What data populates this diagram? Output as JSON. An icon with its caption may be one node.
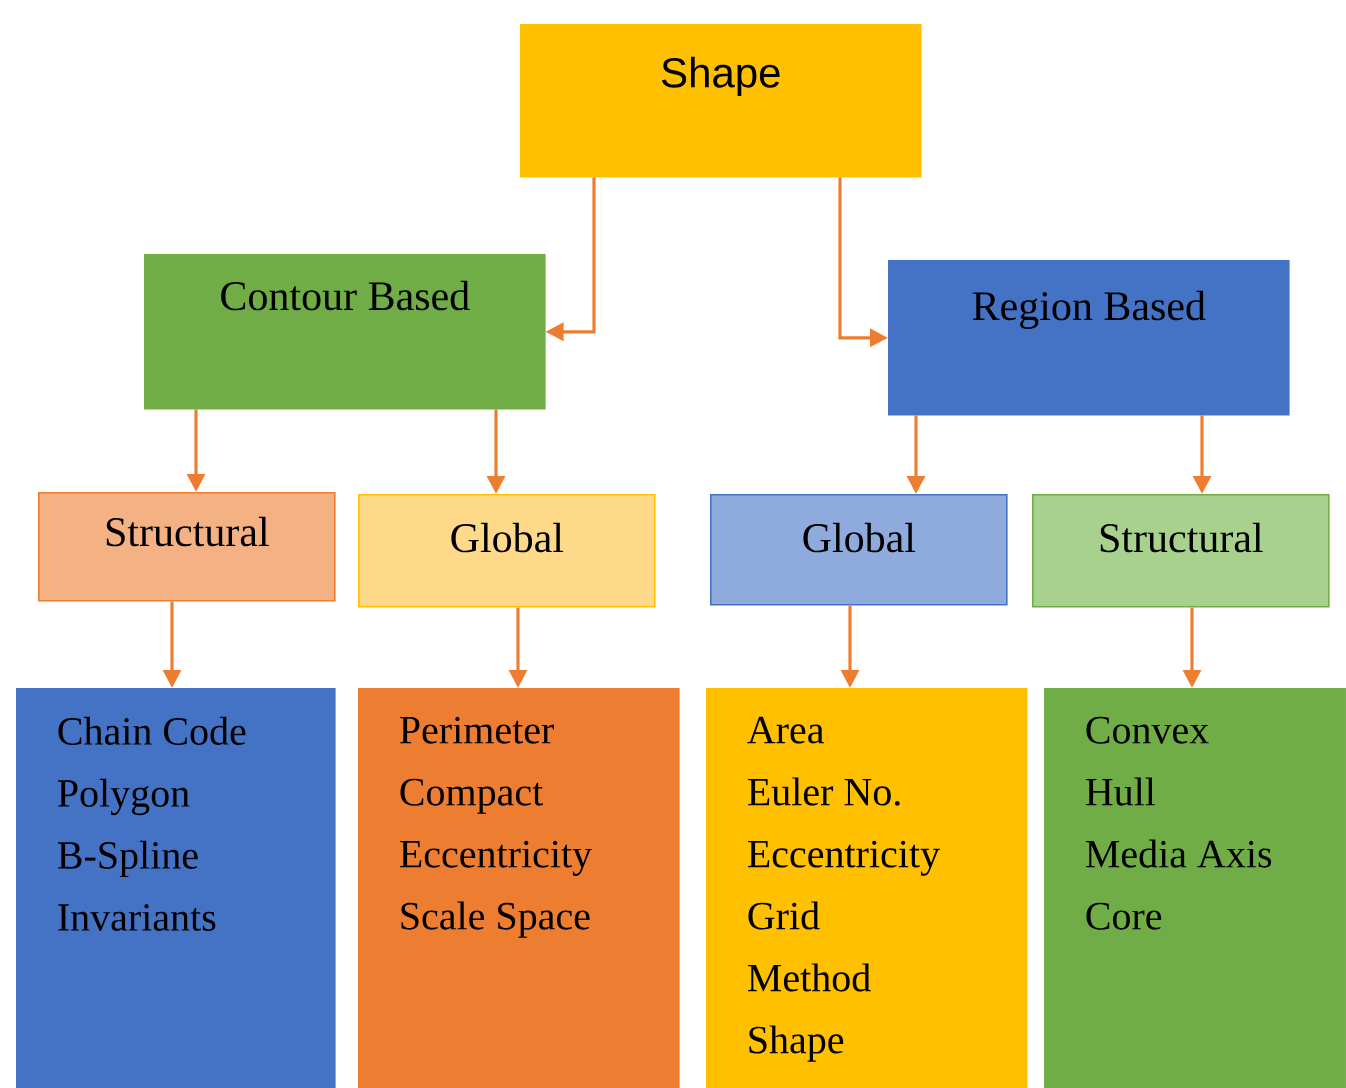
{
  "diagram": {
    "nodes": [
      {
        "text": [
          "Shape"
        ]
      },
      {
        "text": [
          "Contour Based"
        ]
      },
      {
        "text": [
          "Region Based"
        ]
      },
      {
        "text": [
          "Structural"
        ]
      },
      {
        "text": [
          "Global"
        ]
      },
      {
        "text": [
          "Global"
        ]
      },
      {
        "text": [
          "Structural"
        ]
      },
      {
        "text": [
          "Chain Code",
          "Polygon",
          "B-Spline",
          "Invariants"
        ]
      },
      {
        "text": [
          "Perimeter",
          "Compact",
          "Eccentricity",
          "Scale Space"
        ]
      },
      {
        "text": [
          "Area",
          "Euler No.",
          "Eccentricity",
          "Grid",
          "Method",
          "Shape"
        ]
      },
      {
        "text": [
          "Convex",
          "Hull",
          "Media  Axis",
          "Core"
        ]
      }
    ],
    "edges": [
      {
        "from": 0,
        "to": 1,
        "arrow": "to"
      },
      {
        "from": 0,
        "to": 2,
        "arrow": "to"
      },
      {
        "from": 1,
        "to": 3,
        "arrow": "to"
      },
      {
        "from": 1,
        "to": 4,
        "arrow": "to"
      },
      {
        "from": 2,
        "to": 5,
        "arrow": "to"
      },
      {
        "from": 2,
        "to": 6,
        "arrow": "to"
      },
      {
        "from": 3,
        "to": 7,
        "arrow": "to"
      },
      {
        "from": 4,
        "to": 8,
        "arrow": "to"
      },
      {
        "from": 5,
        "to": 9,
        "arrow": "to"
      },
      {
        "from": 6,
        "to": 10,
        "arrow": "to"
      }
    ]
  }
}
